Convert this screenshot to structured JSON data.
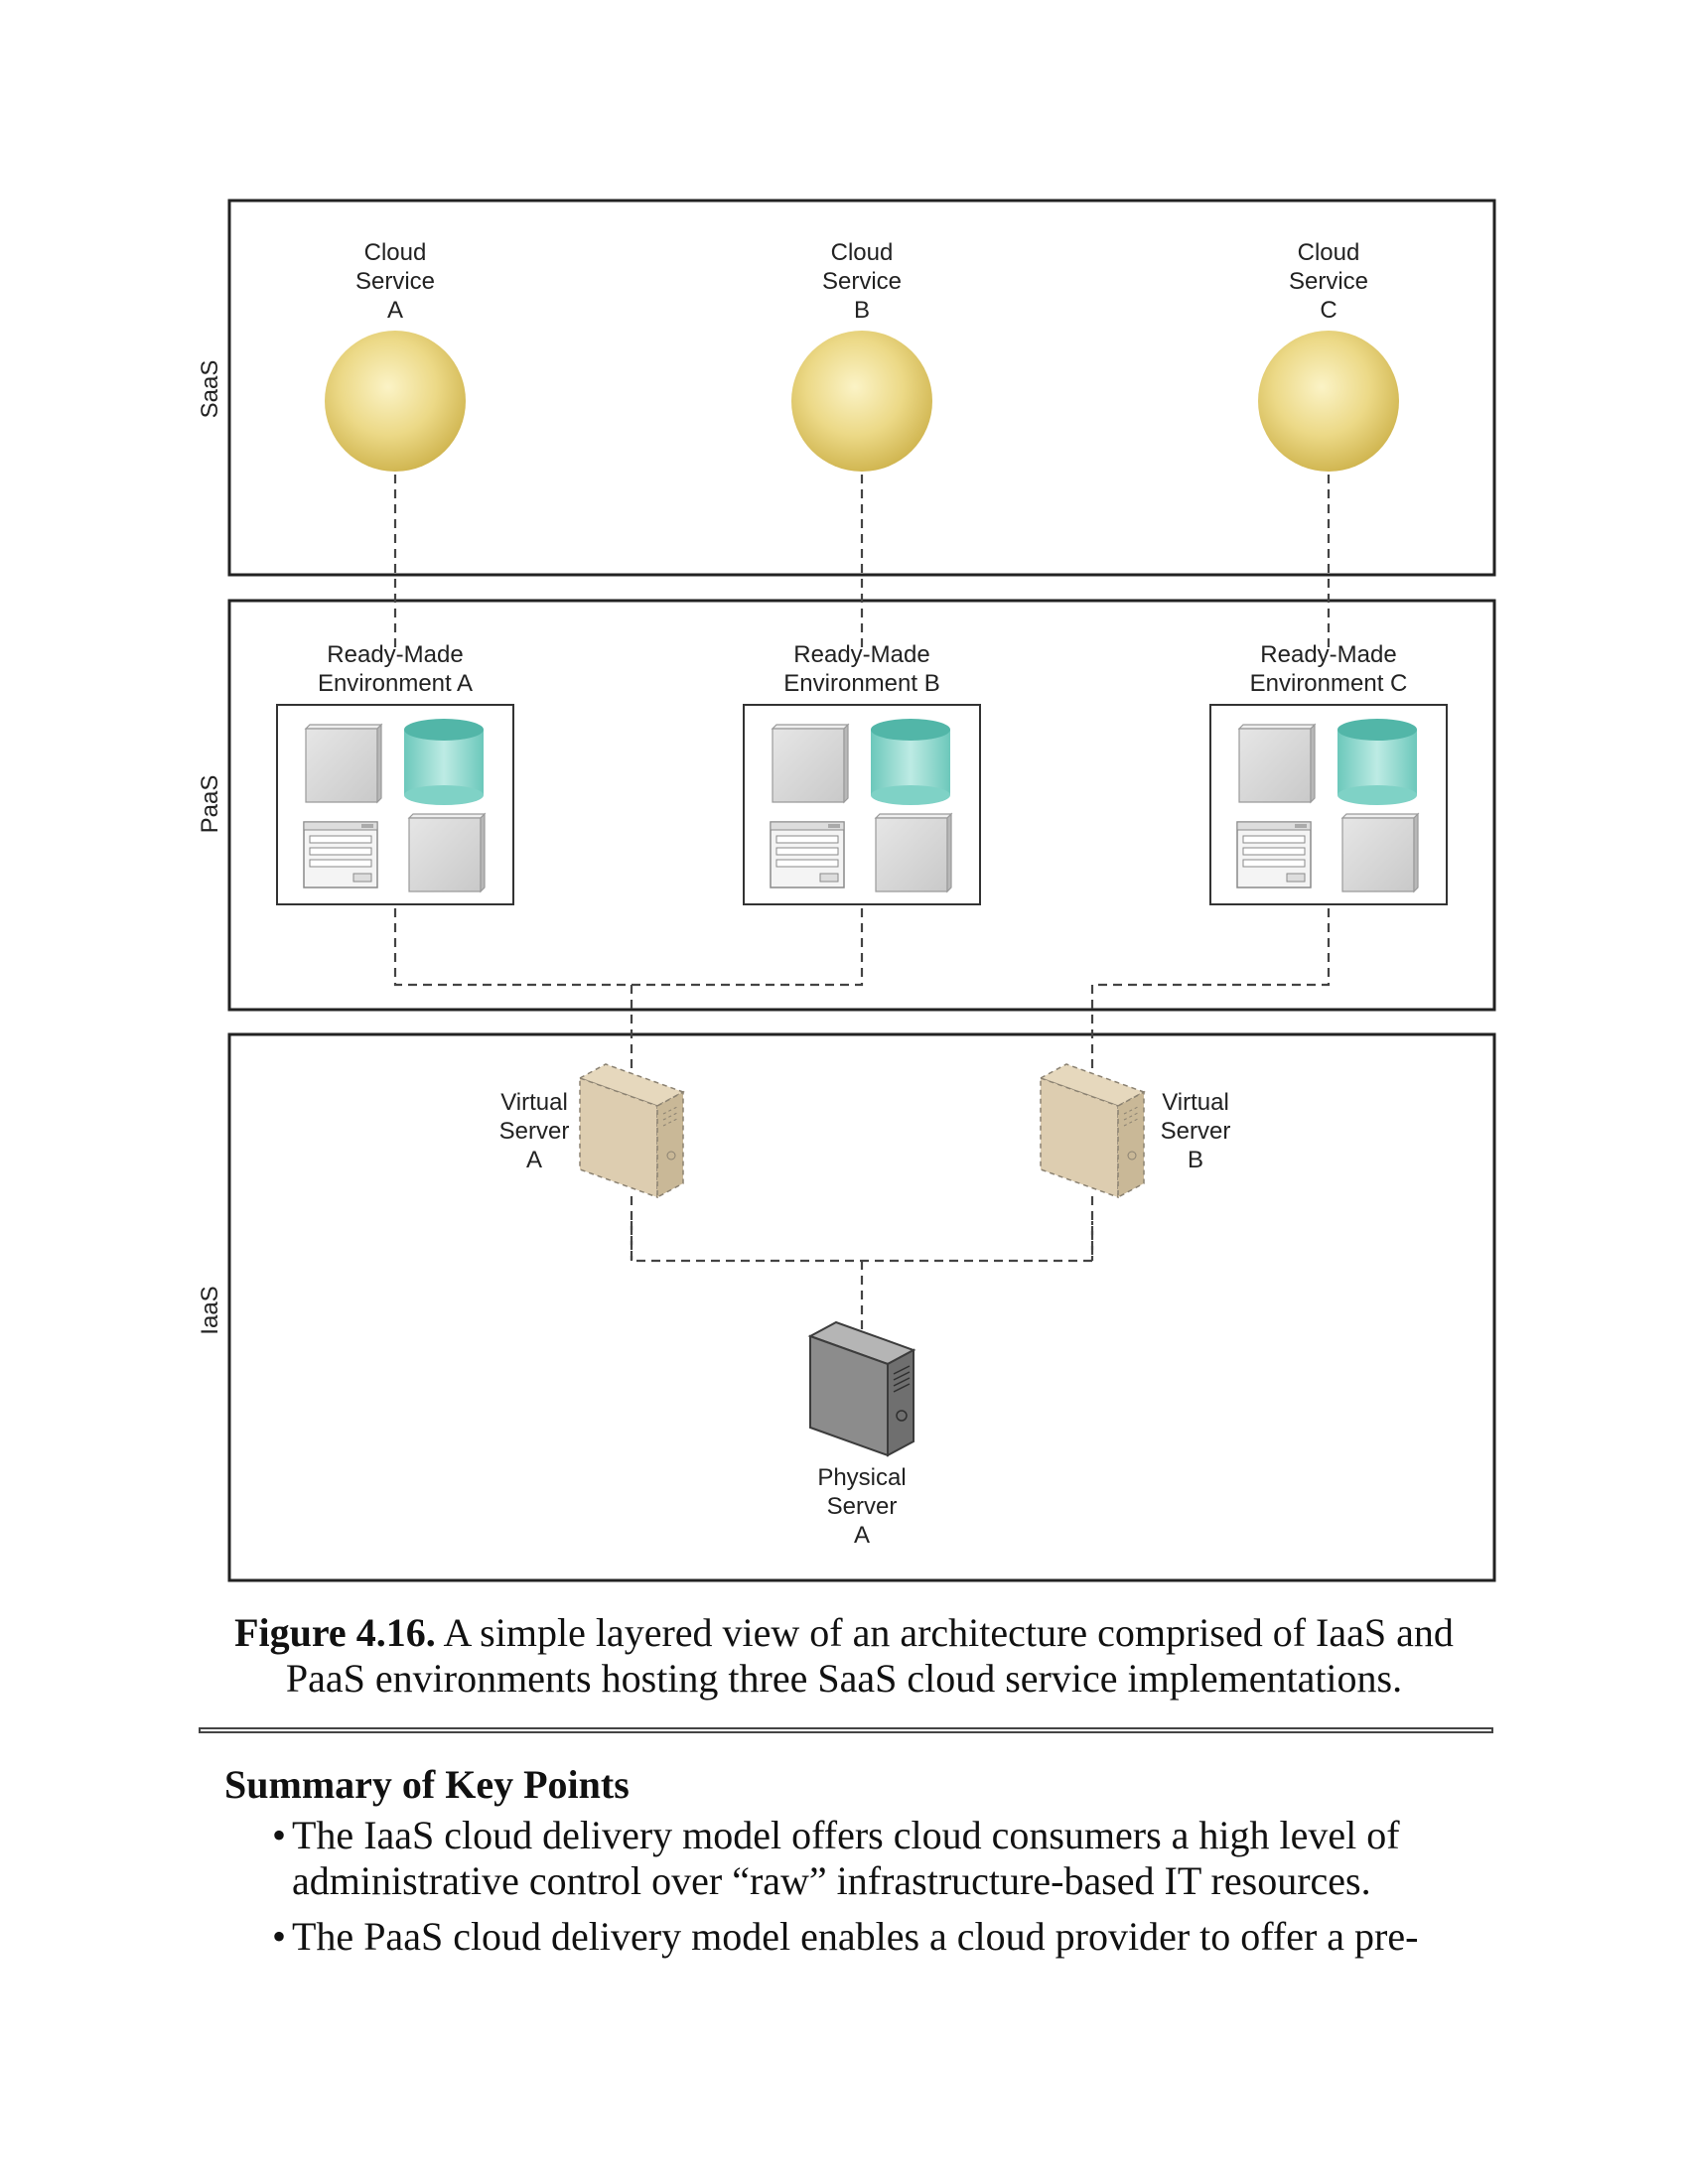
{
  "figure": {
    "layers": {
      "saas": "SaaS",
      "paas": "PaaS",
      "iaas": "IaaS"
    },
    "cloud_services": [
      {
        "lines": [
          "Cloud",
          "Service",
          "A"
        ]
      },
      {
        "lines": [
          "Cloud",
          "Service",
          "B"
        ]
      },
      {
        "lines": [
          "Cloud",
          "Service",
          "C"
        ]
      }
    ],
    "environments": [
      {
        "lines": [
          "Ready-Made",
          "Environment A"
        ]
      },
      {
        "lines": [
          "Ready-Made",
          "Environment B"
        ]
      },
      {
        "lines": [
          "Ready-Made",
          "Environment C"
        ]
      }
    ],
    "virtual_servers": [
      {
        "lines": [
          "Virtual",
          "Server",
          "A"
        ]
      },
      {
        "lines": [
          "Virtual",
          "Server",
          "B"
        ]
      }
    ],
    "physical_server": {
      "lines": [
        "Physical",
        "Server",
        "A"
      ]
    },
    "colors": {
      "cloud_service": "#e3cf6a",
      "database": "#7fd2c6",
      "virtual_server": "#ddcdb0",
      "physical_server": "#8c8c8c"
    }
  },
  "caption": {
    "number": "Figure 4.16.",
    "text": " A simple layered view of an architecture comprised of IaaS and PaaS environments hosting three SaaS cloud service implementations."
  },
  "summary": {
    "heading": "Summary of Key Points",
    "bullets": [
      "The IaaS cloud delivery model offers cloud consumers a high level of administrative control over “raw” infrastructure-based IT resources.",
      "The PaaS cloud delivery model enables a cloud provider to offer a pre-"
    ]
  }
}
